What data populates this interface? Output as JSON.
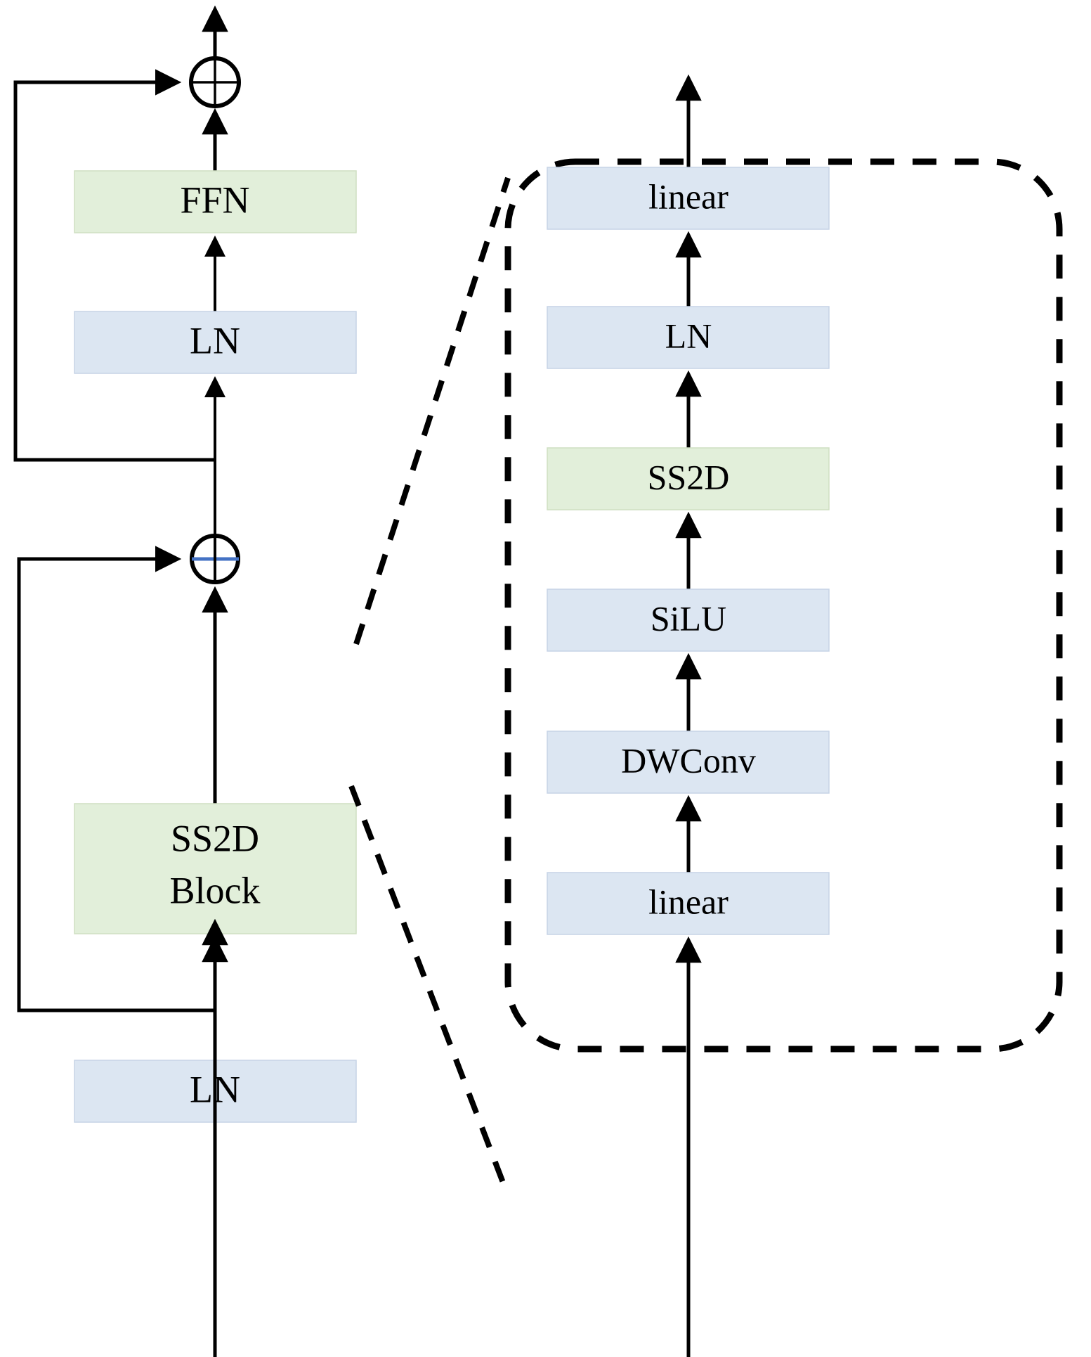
{
  "diagram": {
    "type": "block-diagram",
    "title": "SS2D Block architecture",
    "colors": {
      "box_green_fill": "#E2EFDA",
      "box_green_stroke": "#C9DBBC",
      "box_blue_fill": "#DCE6F2",
      "box_blue_stroke": "#C6D4E6",
      "line": "#000000",
      "accent_blue": "#4472C4",
      "background": "#FFFFFF"
    },
    "left_column": {
      "name": "mamba-block-outer",
      "nodes": [
        {
          "id": "ffn",
          "label": "FFN",
          "kind": "green",
          "lines": [
            "FFN"
          ]
        },
        {
          "id": "ln-top",
          "label": "LN",
          "kind": "blue",
          "lines": [
            "LN"
          ]
        },
        {
          "id": "ss2d-block",
          "label": "SS2D Block",
          "kind": "green",
          "lines": [
            "SS2D",
            "Block"
          ]
        },
        {
          "id": "ln-bottom",
          "label": "LN",
          "kind": "blue",
          "lines": [
            "LN"
          ]
        }
      ],
      "adders": [
        {
          "id": "add-top",
          "label": "+",
          "cross_color": "#000000"
        },
        {
          "id": "add-bottom",
          "label": "+",
          "cross_color": "#4472C4"
        }
      ]
    },
    "right_column": {
      "name": "ss2d-block-detail",
      "container": "dashed-rounded-rect",
      "nodes": [
        {
          "id": "linear-out",
          "label": "linear",
          "kind": "blue"
        },
        {
          "id": "ln-detail",
          "label": "LN",
          "kind": "blue"
        },
        {
          "id": "ss2d",
          "label": "SS2D",
          "kind": "green"
        },
        {
          "id": "silu",
          "label": "SiLU",
          "kind": "blue"
        },
        {
          "id": "dwconv",
          "label": "DWConv",
          "kind": "blue"
        },
        {
          "id": "linear-in",
          "label": "linear",
          "kind": "blue"
        }
      ]
    }
  }
}
